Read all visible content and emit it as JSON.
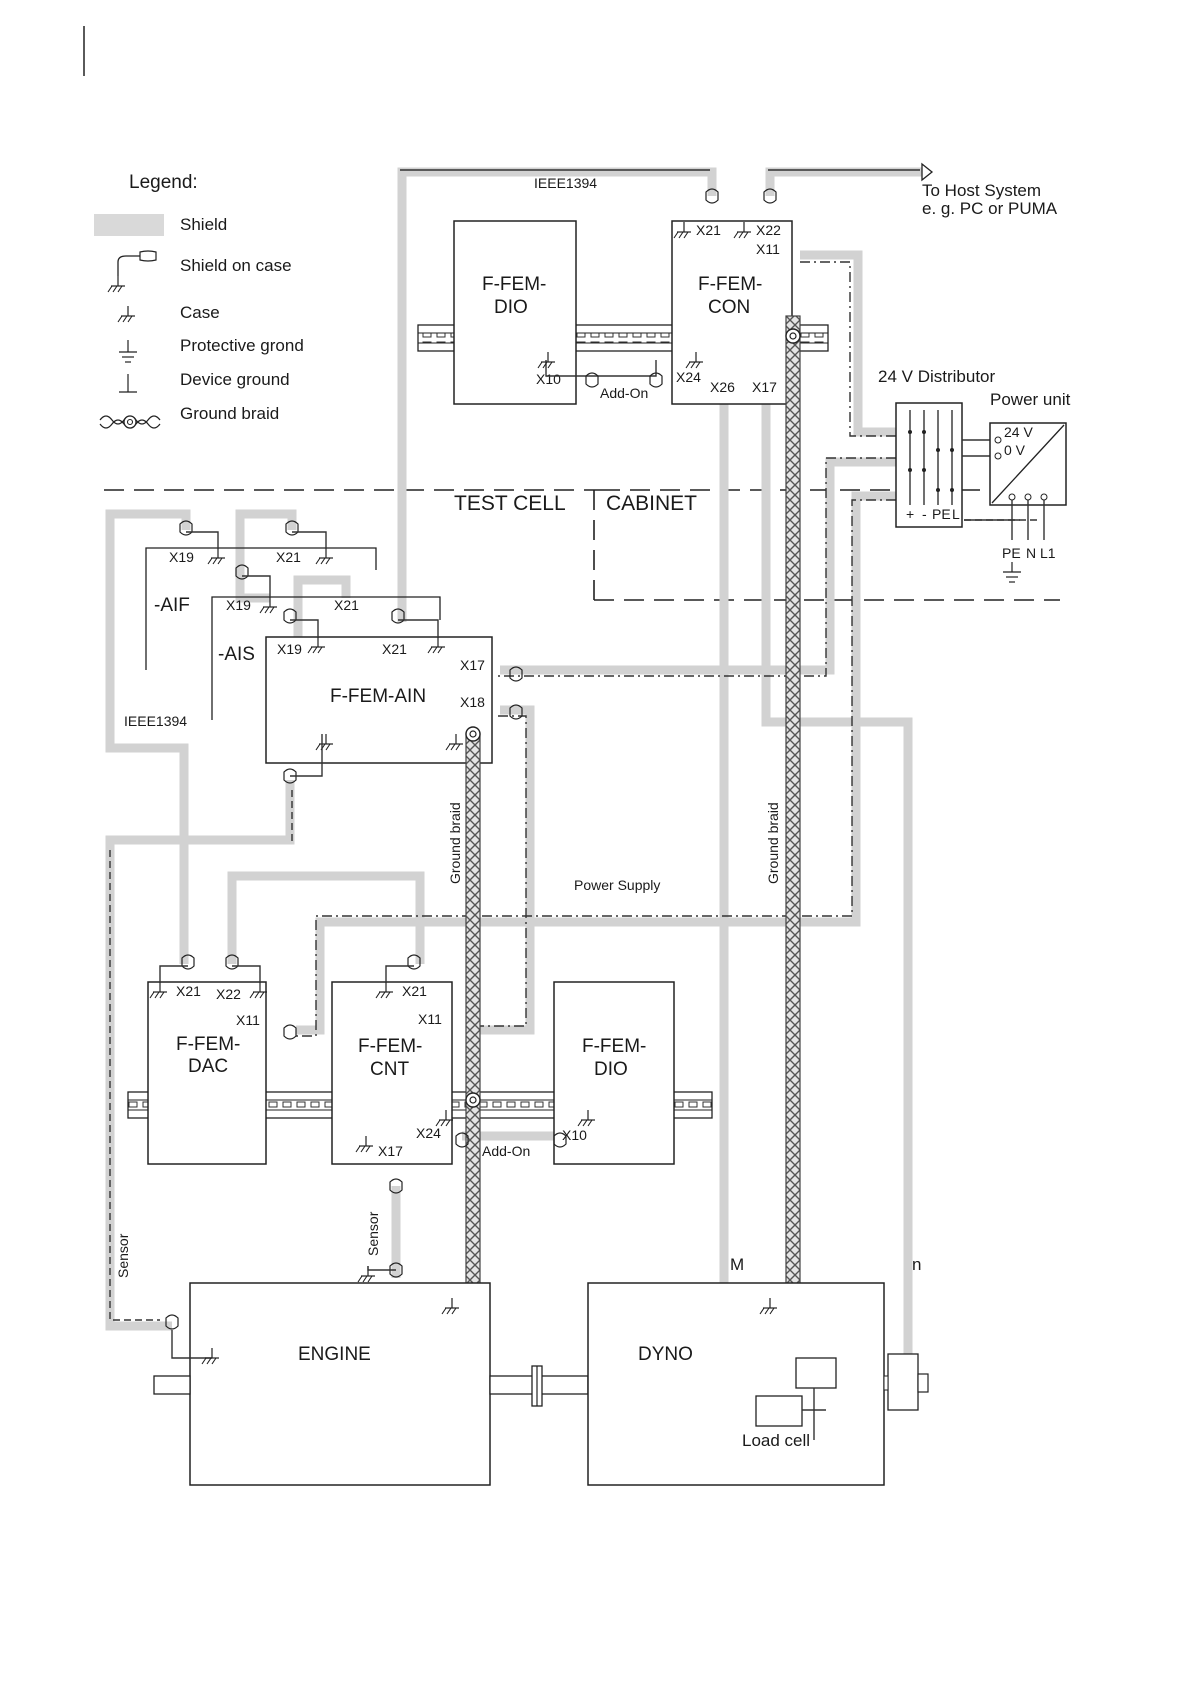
{
  "legend": {
    "title": "Legend:",
    "items": [
      {
        "symbol": "shield-band",
        "label": "Shield"
      },
      {
        "symbol": "shield-on-case",
        "label": "Shield on case"
      },
      {
        "symbol": "case-ground",
        "label": "Case"
      },
      {
        "symbol": "protective-ground",
        "label": "Protective grond"
      },
      {
        "symbol": "device-ground",
        "label": "Device ground"
      },
      {
        "symbol": "ground-braid",
        "label": "Ground braid"
      }
    ]
  },
  "zones": {
    "left": "TEST CELL",
    "right": "CABINET"
  },
  "host": {
    "line1": "To Host System",
    "line2": "e. g. PC or PUMA"
  },
  "modules": {
    "dio_top": {
      "line1": "F-FEM-",
      "line2": "DIO",
      "port": "X10"
    },
    "con": {
      "line1": "F-FEM-",
      "line2": "CON",
      "ports": [
        "X21",
        "X22",
        "X11",
        "X24",
        "X26",
        "X17"
      ]
    },
    "ain": {
      "label": "F-FEM-AIN",
      "ports": [
        "X19",
        "X21",
        "X17",
        "X18"
      ]
    },
    "aif": {
      "label": "-AIF",
      "ports": [
        "X19",
        "X21"
      ]
    },
    "ais": {
      "label": "-AIS",
      "ports": [
        "X19",
        "X21"
      ]
    },
    "dac": {
      "line1": "F-FEM-",
      "line2": "DAC",
      "ports": [
        "X21",
        "X22",
        "X11"
      ]
    },
    "cnt": {
      "line1": "F-FEM-",
      "line2": "CNT",
      "ports": [
        "X21",
        "X11",
        "X24",
        "X17"
      ]
    },
    "dio_bottom": {
      "line1": "F-FEM-",
      "line2": "DIO",
      "port": "X10"
    }
  },
  "distributor": {
    "title": "24 V Distributor",
    "bottom_labels": [
      "+",
      "-",
      "PE",
      "L"
    ]
  },
  "power_unit": {
    "title": "Power unit",
    "outputs": [
      "24 V",
      "0 V"
    ],
    "inputs": [
      "PE",
      "N",
      "L1"
    ]
  },
  "cable_labels": {
    "ieee_top": "IEEE1394",
    "ieee_left": "IEEE1394",
    "add_on_top": "Add-On",
    "add_on_bottom": "Add-On",
    "power_supply": "Power Supply",
    "ground_braid_1": "Ground braid",
    "ground_braid_2": "Ground braid",
    "sensor_1": "Sensor",
    "sensor_2": "Sensor"
  },
  "engine": {
    "label": "ENGINE"
  },
  "dyno": {
    "label": "DYNO",
    "load_cell": "Load cell",
    "m": "M",
    "n": "n"
  }
}
